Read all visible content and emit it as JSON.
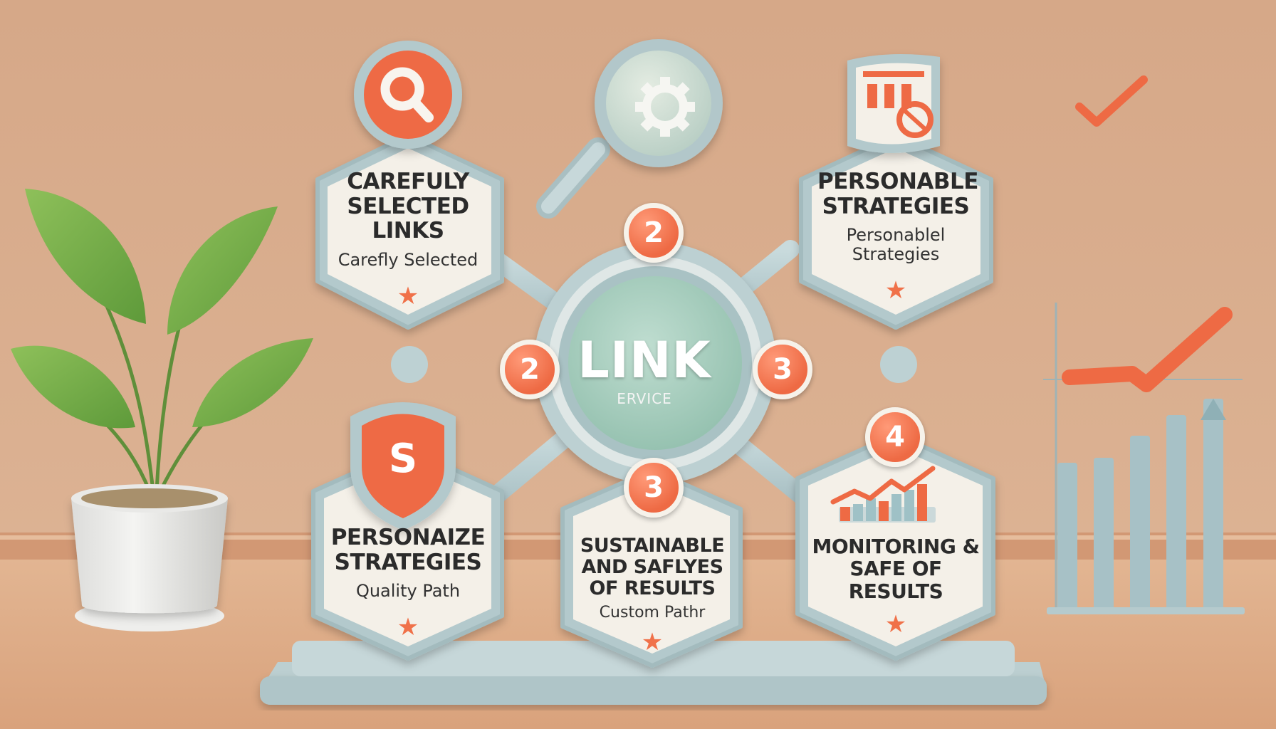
{
  "center": {
    "title": "LINK",
    "subtitle": "ERVICE"
  },
  "cards": [
    {
      "title": "CAREFULY SELECTED LINKS",
      "subtitle": "Carefly Selected",
      "star": "★"
    },
    {
      "title": "PERSONABLE STRATEGIES",
      "subtitle": "Personablel Strategies",
      "star": "★"
    },
    {
      "title": "PERSONAIZE STRATEGIES",
      "subtitle": "Quality Path",
      "star": "★"
    },
    {
      "title": "SUSTAINABLE AND SAFLYES OF RESULTS",
      "subtitle": "Custom Pathr",
      "star": "★"
    },
    {
      "title": "MONITORING & SAFE OF RESULTS",
      "subtitle": "",
      "star": "★"
    }
  ],
  "badges": [
    "2",
    "2",
    "3",
    "3",
    "4"
  ],
  "shield_letter": "S",
  "icons": [
    "search-icon",
    "gear-icon",
    "magnifier-icon",
    "chart-icon",
    "checkmark-icon",
    "star-icon",
    "shield-icon",
    "plant",
    "bar-chart"
  ],
  "colors": {
    "wall": "#d8ac8a",
    "accent": "#ee6a44",
    "frame": "#b9cdd0",
    "card": "#f4f0e8",
    "center": "#a6cdbd"
  }
}
